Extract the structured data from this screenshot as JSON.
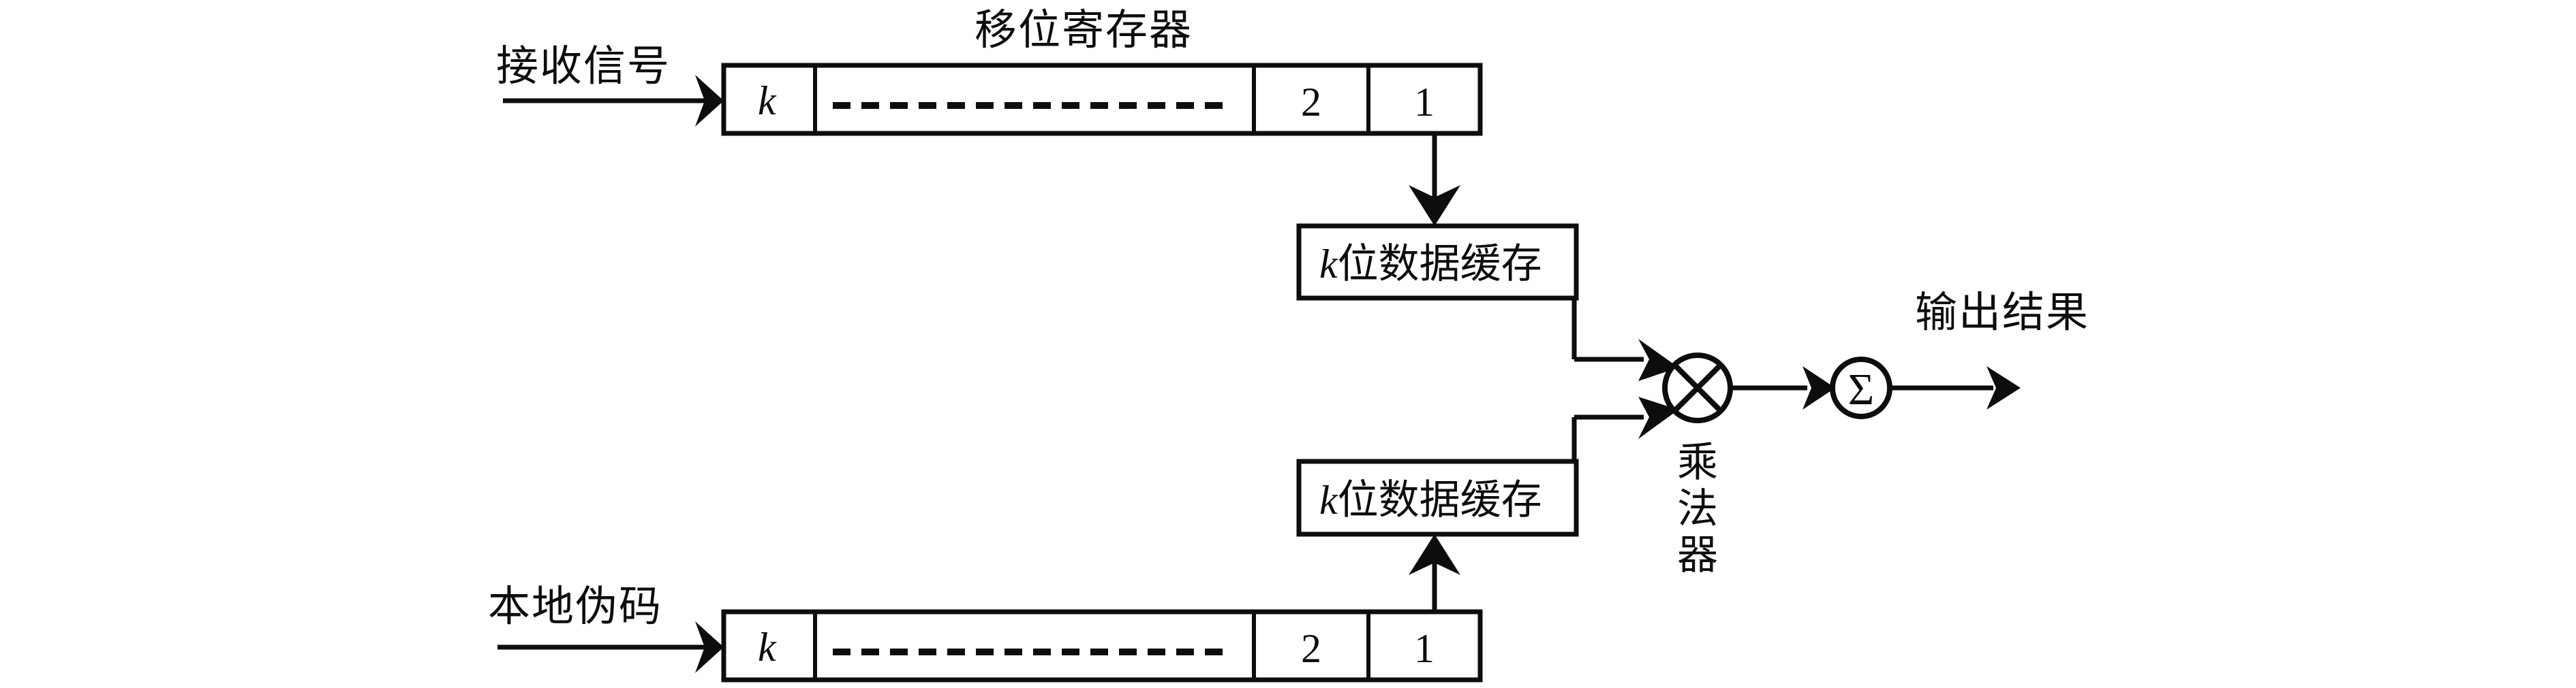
{
  "diagram": {
    "title_top": "移位寄存器",
    "input_label_top": "接收信号",
    "input_label_bottom": "本地伪码",
    "output_label": "输出结果",
    "multiplier_label": "乘法器",
    "multiplier_label_chars": [
      "乘",
      "法",
      "器"
    ],
    "buffer_label_top": "k位数据缓存",
    "buffer_label_bottom": "k位数据缓存",
    "buffer_label_math": "k",
    "buffer_label_rest": "位数据缓存",
    "summer_symbol": "Σ",
    "multiplier_symbol": "⊗",
    "shift_register_top": {
      "cells": [
        "k",
        "",
        "2",
        "1"
      ],
      "first_cell": "k",
      "dashed_cell": "",
      "second_last_cell": "2",
      "last_cell": "1"
    },
    "shift_register_bottom": {
      "cells": [
        "k",
        "",
        "2",
        "1"
      ],
      "first_cell": "k",
      "dashed_cell": "",
      "second_last_cell": "2",
      "last_cell": "1"
    },
    "colors": {
      "line": "#0d0d0d",
      "background": "#ffffff",
      "text": "#0d0d0d"
    }
  }
}
